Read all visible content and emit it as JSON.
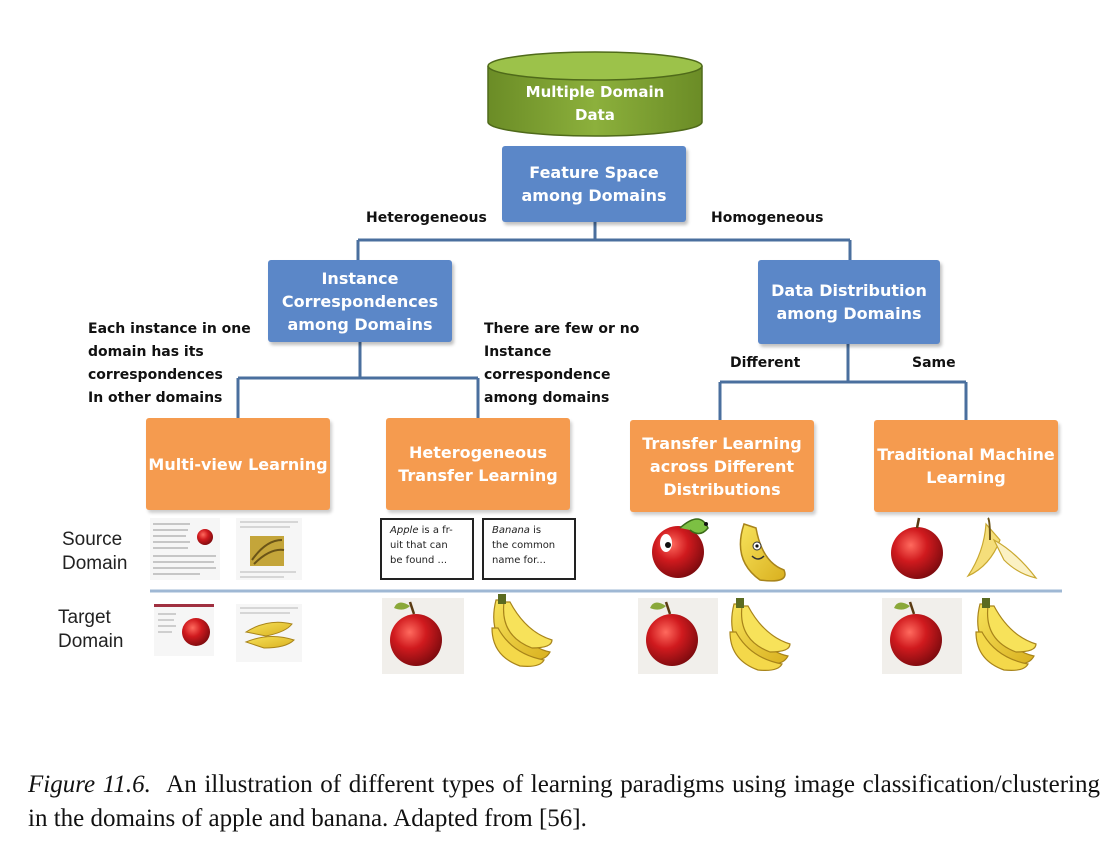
{
  "root": {
    "label": "Multiple Domain\nData",
    "color": "#7a9c2e"
  },
  "feature_space": "Feature Space\namong Domains",
  "branch_heterogeneous": "Heterogeneous",
  "branch_homogeneous": "Homogeneous",
  "instance_correspondences": "Instance\nCorrespondences\namong Domains",
  "data_distribution": "Data Distribution\namong Domains",
  "branch_each_instance": "Each instance in one\ndomain has its\ncorrespondences\nIn other domains",
  "branch_few_instance": "There are few or no\nInstance\ncorrespondence\namong domains",
  "branch_different": "Different",
  "branch_same": "Same",
  "leaves": {
    "multi_view": "Multi-view Learning",
    "heterogeneous_transfer": "Heterogeneous\nTransfer Learning",
    "transfer_across": "Transfer Learning\nacross Different\nDistributions",
    "traditional_ml": "Traditional Machine\nLearning"
  },
  "source_domain_label": "Source\nDomain",
  "target_domain_label": "Target\nDomain",
  "text_cards": {
    "apple_term": "Apple",
    "apple_rest": " is a fr-\nuit that can\nbe found ...",
    "banana_term": "Banana",
    "banana_rest": " is\nthe common\nname for..."
  },
  "caption": {
    "figure_label": "Figure 11.6.",
    "text": "An illustration of different types of learning paradigms using image classification/clustering in the domains of apple and banana. Adapted from  [56]."
  },
  "colors": {
    "blue_box": "#5b87c8",
    "orange_box": "#f59b4f",
    "connector": "#4a6f9e",
    "divider": "#9fb8d4",
    "apple": "#c8141c",
    "banana": "#f2d23a"
  }
}
